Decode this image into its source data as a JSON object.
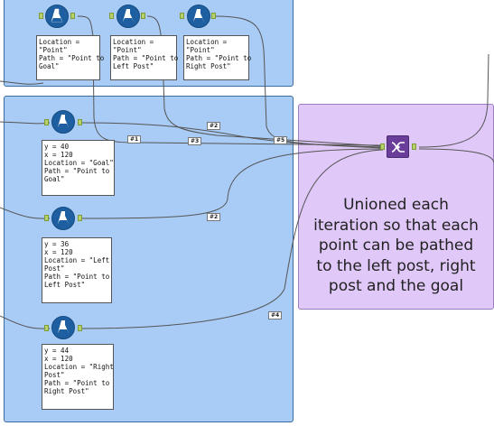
{
  "top_container": {
    "tools": [
      {
        "icon": "flask-icon",
        "note": [
          "Location =",
          "\"Point\"",
          "Path = \"Point to",
          "Goal\""
        ]
      },
      {
        "icon": "flask-icon",
        "note": [
          "Location =",
          "\"Point\"",
          "Path = \"Point to",
          "Left Post\""
        ]
      },
      {
        "icon": "flask-icon",
        "note": [
          "Location =",
          "\"Point\"",
          "Path = \"Point to",
          "Right Post\""
        ]
      }
    ]
  },
  "main_container": {
    "tools": [
      {
        "icon": "flask-icon",
        "note": [
          "y = 40",
          "x = 120",
          "Location = \"Goal\"",
          "Path = \"Point to",
          "Goal\""
        ]
      },
      {
        "icon": "flask-icon",
        "note": [
          "y = 36",
          "x = 120",
          "Location = \"Left",
          "Post\"",
          "Path = \"Point to",
          "Left Post\""
        ]
      },
      {
        "icon": "flask-icon",
        "note": [
          "y = 44",
          "x = 120",
          "Location = \"Right",
          "Post\"",
          "Path = \"Point to",
          "Right Post\""
        ]
      }
    ]
  },
  "union": {
    "icon": "union-icon",
    "text_lines": [
      "Unioned each",
      "iteration so that each",
      "point can be pathed",
      "to the left post, right",
      "post and the goal"
    ]
  },
  "connection_labels": [
    "#1",
    "#2",
    "#3",
    "#5",
    "#2",
    "#4"
  ],
  "colors": {
    "container": "#a8ccf6",
    "container_border": "#3a6d9e",
    "union_container": "#e0c8f8",
    "tool": "#1d5fa0",
    "union_tool": "#6a3d9a",
    "port": "#b6d06a"
  }
}
